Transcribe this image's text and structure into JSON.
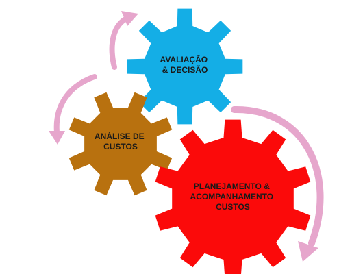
{
  "diagram": {
    "gears": [
      {
        "id": "avaliacao",
        "lines": [
          "AVALIAÇÃO",
          "& DECISÃO"
        ],
        "color": "#14aee6"
      },
      {
        "id": "analise",
        "lines": [
          "ANÁLISE DE",
          "CUSTOS"
        ],
        "color": "#b8710f"
      },
      {
        "id": "planejamento",
        "lines": [
          "PLANEJAMENTO &",
          "ACOMPANHAMENTO",
          "CUSTOS"
        ],
        "color": "#fb0a0a"
      }
    ],
    "arrow_color": "#e6a6cc"
  }
}
